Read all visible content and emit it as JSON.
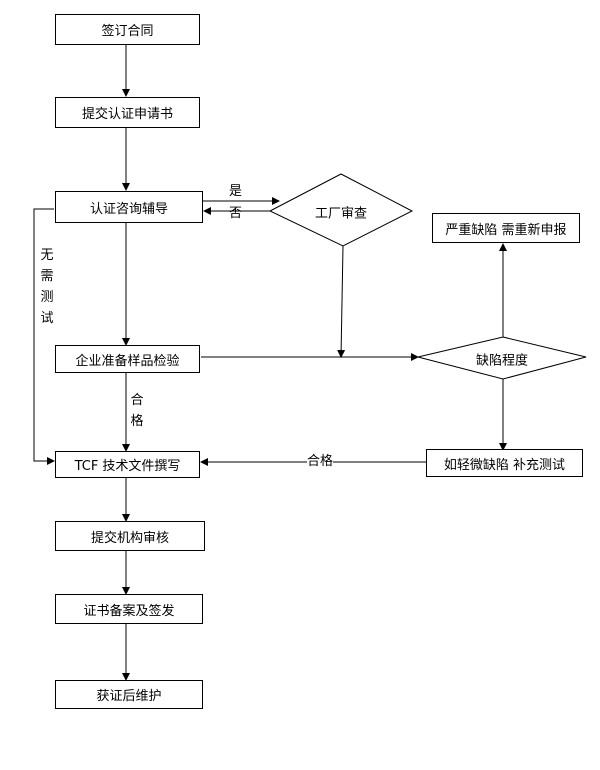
{
  "nodes": {
    "sign_contract": "签订合同",
    "submit_application": "提交认证申请书",
    "consulting": "认证咨询辅导",
    "factory_audit": "工厂审查",
    "sample_test": "企业准备样品检验",
    "defect_level": "缺陷程度",
    "severe_defect": "严重缺陷 需重新申报",
    "minor_defect": "如轻微缺陷 补充测试",
    "tcf_writing": "TCF 技术文件撰写",
    "submit_review": "提交机构审核",
    "cert_issue": "证书备案及签发",
    "maintenance": "获证后维护"
  },
  "edge_labels": {
    "yes": "是",
    "no": "否",
    "no_test_needed": "无需测试",
    "qualified_vertical": "合格",
    "qualified_horizontal": "合格"
  }
}
